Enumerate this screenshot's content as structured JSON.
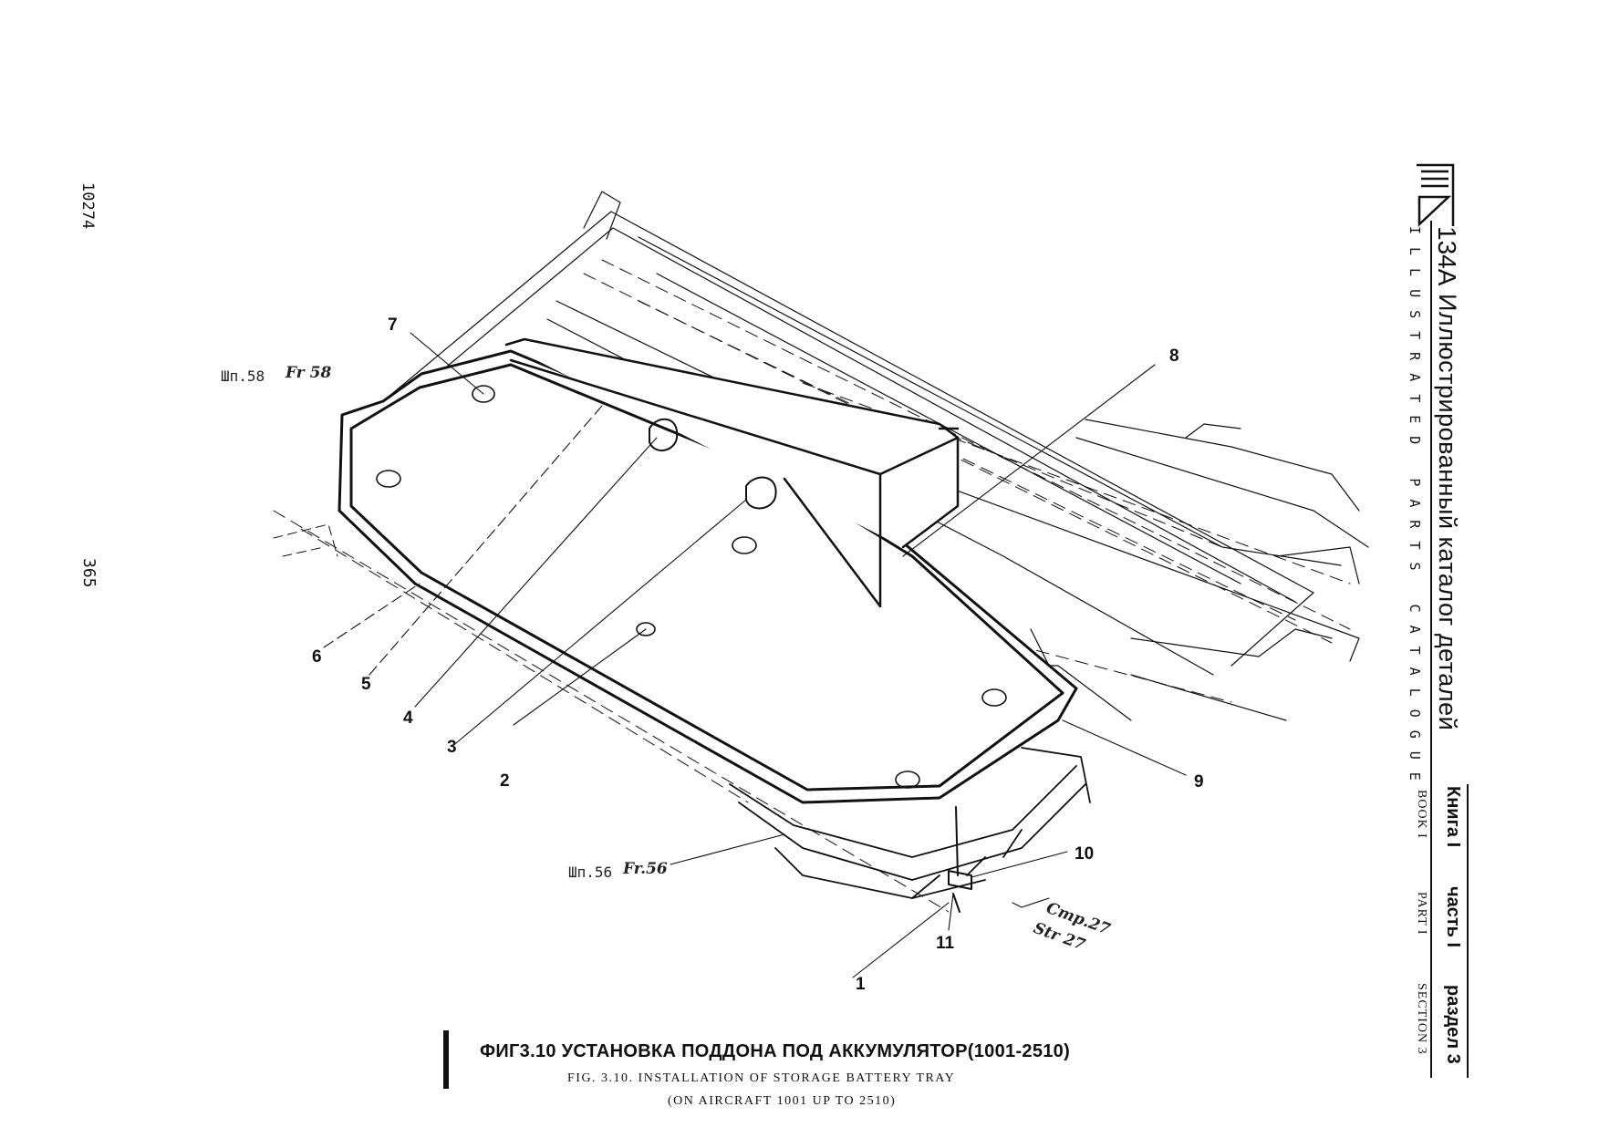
{
  "header": {
    "model": "134A",
    "title_ru": "Иллюстрированный каталог деталей",
    "title_en": "ILLUSTRATED PARTS CATALOGUE",
    "book_ru": "Книга I",
    "part_ru": "часть I",
    "section_ru": "раздел 3",
    "book_en": "BOOK I",
    "part_en": "PART I",
    "section_en": "SECTION 3"
  },
  "margin": {
    "doc_number": "10274",
    "page_number": "365"
  },
  "figure": {
    "callouts": [
      "1",
      "2",
      "3",
      "4",
      "5",
      "6",
      "7",
      "8",
      "9",
      "10",
      "11"
    ],
    "frame_top_ru": "Шп.58",
    "frame_top_en": "Fr 58",
    "frame_bottom_ru": "Шп.56",
    "frame_bottom_en": "Fr.56",
    "stringer_ru": "Стр.27",
    "stringer_en": "Str 27"
  },
  "caption": {
    "title_ru": "ФИГ3.10 УСТАНОВКА ПОДДОНА ПОД АККУМУЛЯТОР(1001-2510)",
    "title_en": "FIG. 3.10. INSTALLATION OF STORAGE BATTERY TRAY",
    "subtitle_en": "(ON AIRCRAFT 1001 UP TO 2510)"
  }
}
